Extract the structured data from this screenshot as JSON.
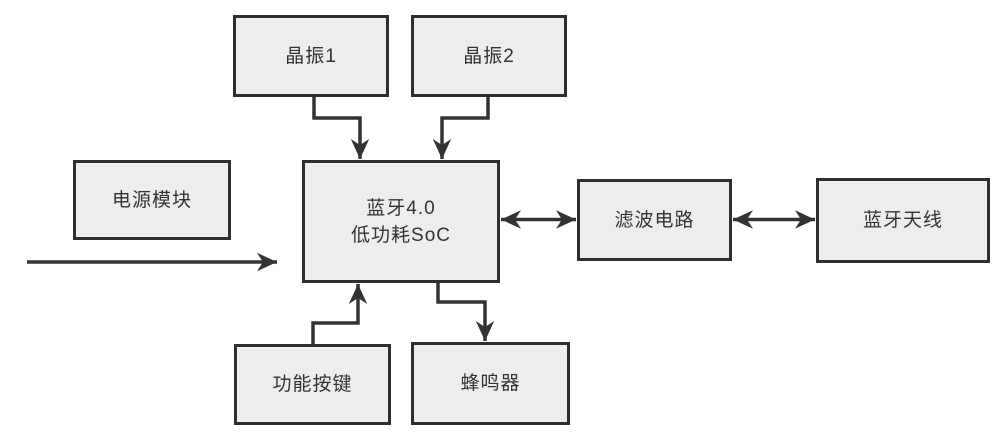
{
  "colors": {
    "background": "#ffffff",
    "box_fill": "#ededed",
    "box_border": "#2e2e2e",
    "line": "#333333",
    "text": "#333333"
  },
  "nodes": {
    "crystal1": {
      "label": "晶振1"
    },
    "crystal2": {
      "label": "晶振2"
    },
    "power": {
      "label": "电源模块"
    },
    "soc": {
      "label_line1": "蓝牙4.0",
      "label_line2": "低功耗SoC"
    },
    "filter": {
      "label": "滤波电路"
    },
    "antenna": {
      "label": "蓝牙天线"
    },
    "button": {
      "label": "功能按键"
    },
    "buzzer": {
      "label": "蜂鸣器"
    }
  },
  "edges": [
    {
      "from": "crystal1",
      "to": "soc",
      "type": "arrow"
    },
    {
      "from": "crystal2",
      "to": "soc",
      "type": "arrow"
    },
    {
      "from": "power",
      "to": "soc",
      "type": "arrow"
    },
    {
      "from": "soc",
      "to": "filter",
      "type": "double-arrow"
    },
    {
      "from": "filter",
      "to": "antenna",
      "type": "double-arrow"
    },
    {
      "from": "button",
      "to": "soc",
      "type": "arrow"
    },
    {
      "from": "soc",
      "to": "buzzer",
      "type": "arrow"
    }
  ]
}
